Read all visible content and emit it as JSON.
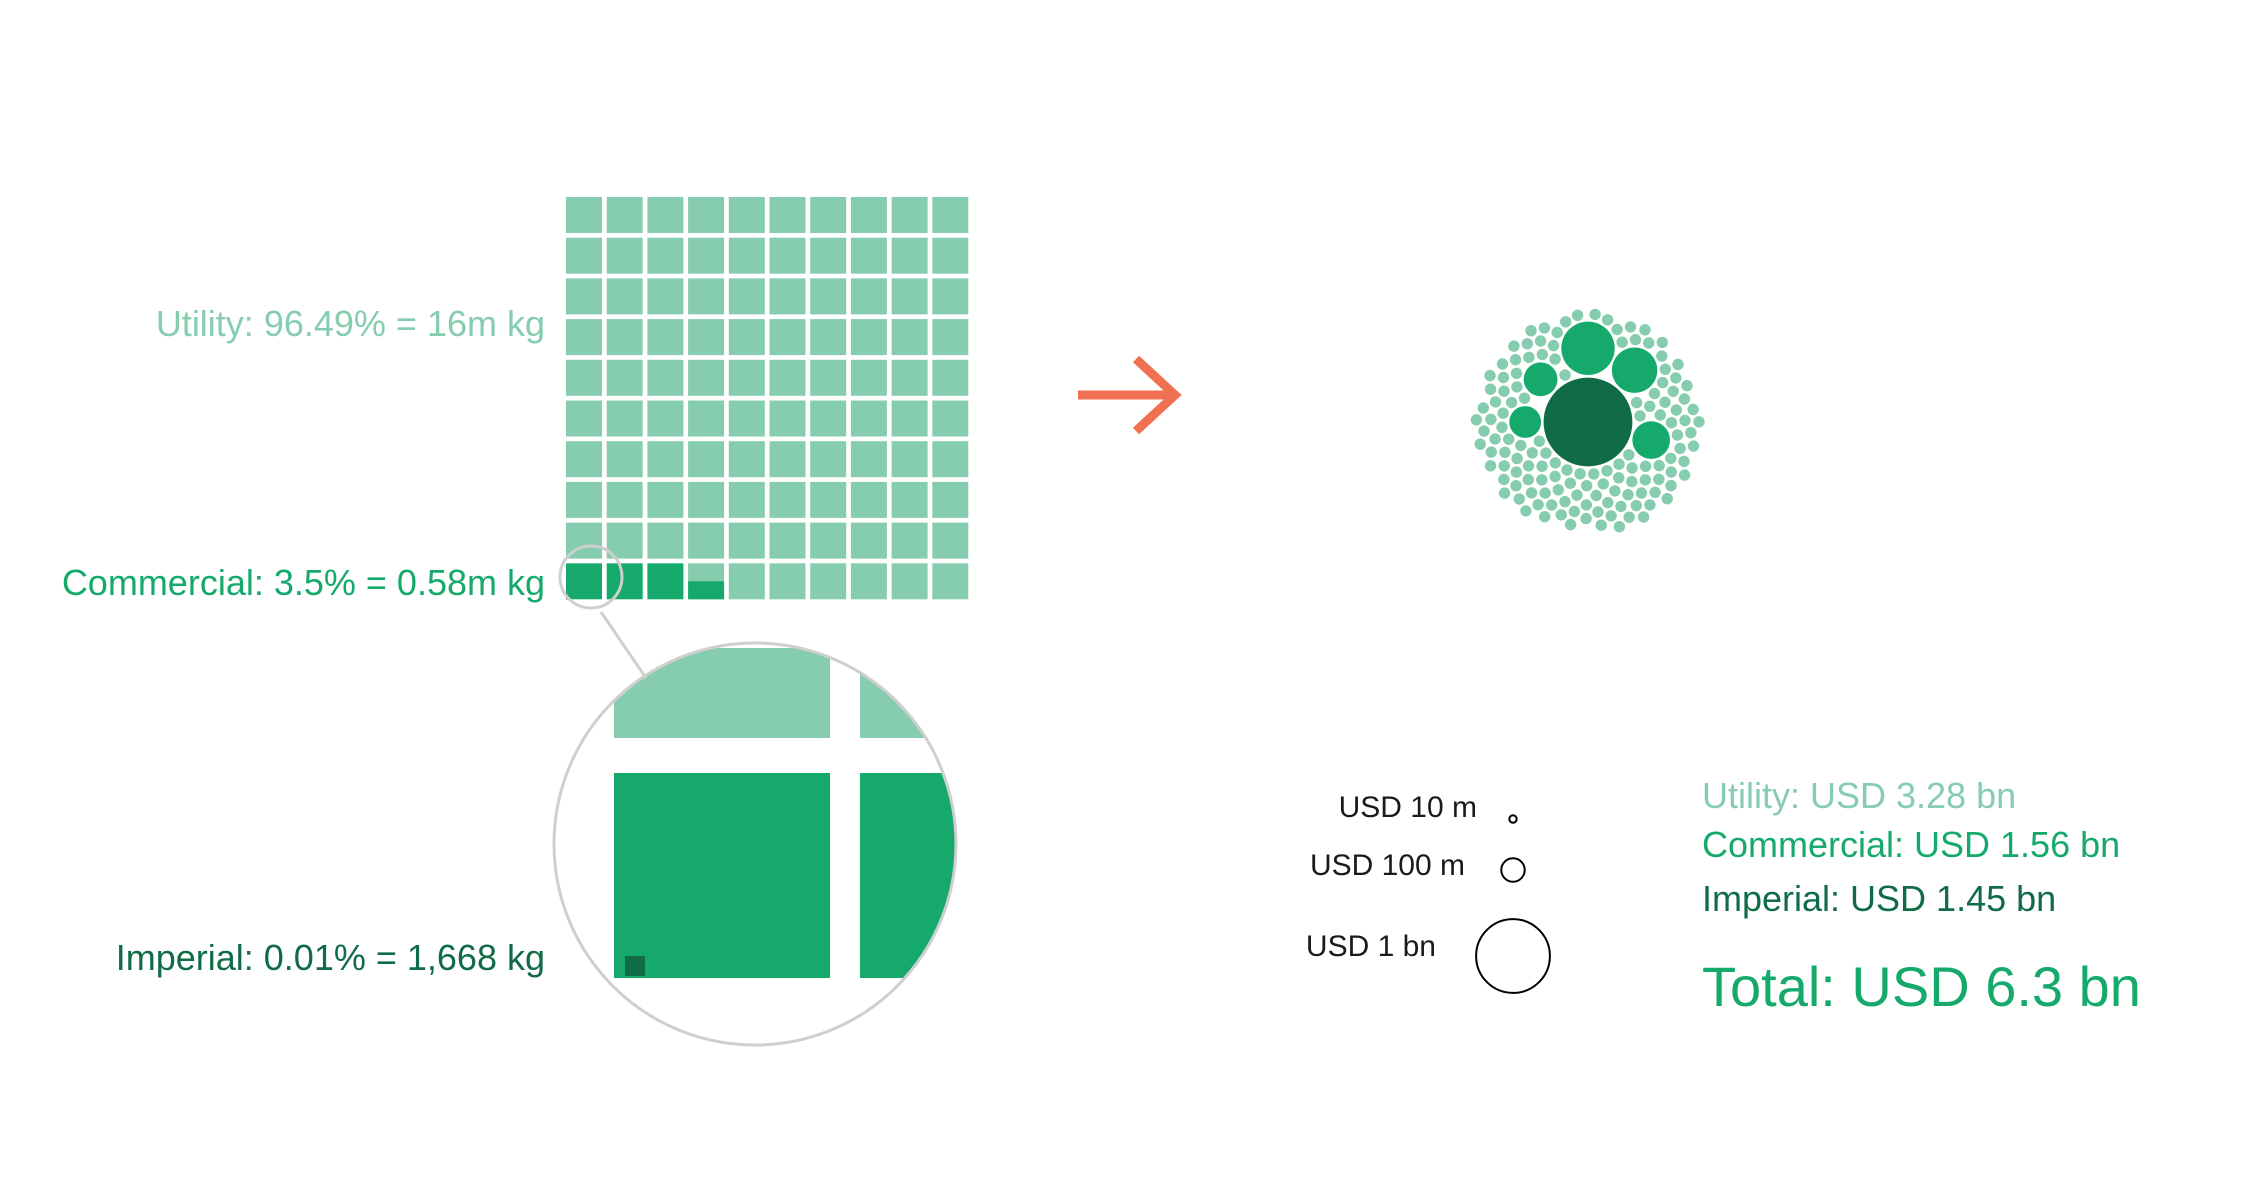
{
  "colors": {
    "utility": "#86CCAF",
    "commercial": "#15AA6C",
    "imperial": "#106B47",
    "arrow": "#F07152",
    "lens_border": "#CFCFCF",
    "legend_outline": "#000000",
    "legend_text": "#1A1A1A"
  },
  "icons": {
    "transition": "right-arrow-icon"
  },
  "waffle": {
    "labels": {
      "utility": "Utility: 96.49% = 16m kg",
      "commercial": "Commercial: 3.5% = 0.58m kg",
      "imperial": "Imperial: 0.01% = 1,668 kg"
    }
  },
  "bubbles": {
    "legend": {
      "small": "USD 10 m",
      "medium": "USD 100 m",
      "large": "USD 1 bn"
    },
    "totals": {
      "utility": "Utility: USD 3.28 bn",
      "commercial": "Commercial: USD 1.56 bn",
      "imperial": "Imperial: USD 1.45 bn",
      "total": "Total: USD 6.3 bn"
    }
  },
  "chart_data": [
    {
      "type": "waffle",
      "grid": [
        10,
        10
      ],
      "unit": "kg",
      "series": [
        {
          "name": "Utility",
          "percent": 96.49,
          "value_label": "16m kg"
        },
        {
          "name": "Commercial",
          "percent": 3.5,
          "value_label": "0.58m kg"
        },
        {
          "name": "Imperial",
          "percent": 0.01,
          "value": 1668
        }
      ]
    },
    {
      "type": "bubble",
      "unit": "USD",
      "legend_values_usd_m": [
        10,
        100,
        1000
      ],
      "series": [
        {
          "name": "Imperial",
          "total_bn": 1.45,
          "bubbles_usd_m": [
            1450
          ]
        },
        {
          "name": "Commercial",
          "total_bn": 1.56,
          "bubbles_usd_m": [
            525,
            380,
            260,
            210,
            185
          ]
        },
        {
          "name": "Utility",
          "total_bn": 3.28,
          "bubble_count": 136,
          "bubble_size_usd_m": 24
        }
      ],
      "total_bn": 6.3
    }
  ]
}
